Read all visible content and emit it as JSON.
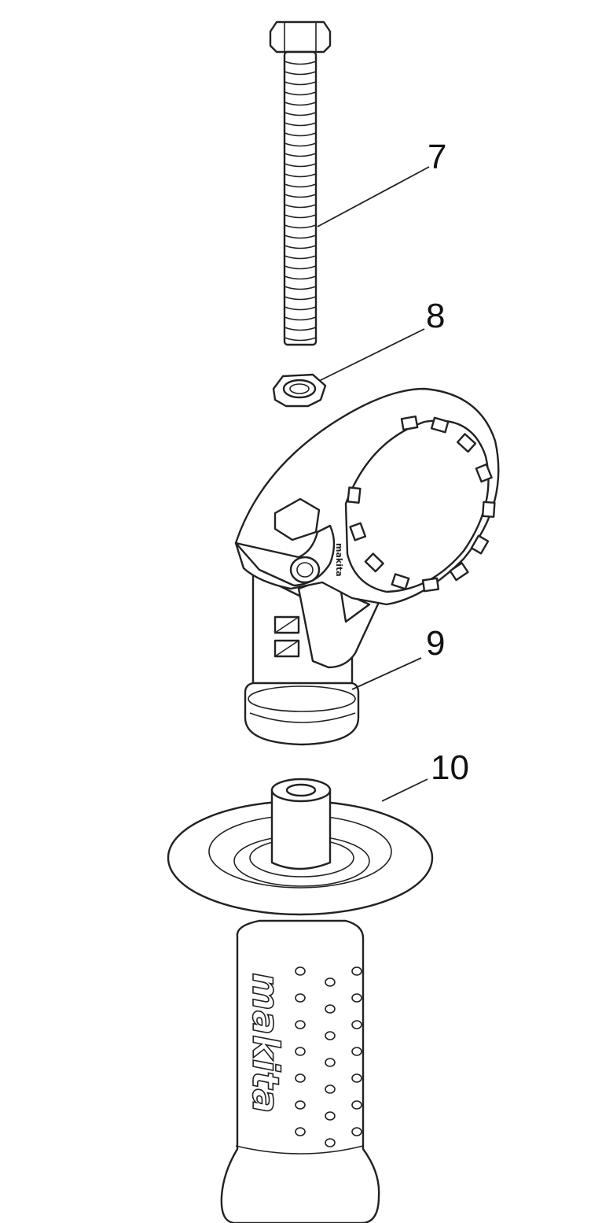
{
  "diagram": {
    "parts": [
      {
        "id": "bolt",
        "label": "7"
      },
      {
        "id": "nut",
        "label": "8"
      },
      {
        "id": "clamp",
        "label": "9"
      },
      {
        "id": "handle",
        "label": "10"
      }
    ],
    "brand": "makita",
    "colors": {
      "line": "#222222",
      "background": "#ffffff"
    }
  }
}
